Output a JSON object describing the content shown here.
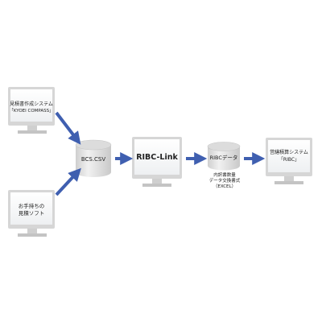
{
  "nodes": {
    "kyoei": {
      "line1": "見積書作成システム",
      "line2": "「KYOEI COMPASS」"
    },
    "own_soft": {
      "line1": "お手持ちの",
      "line2": "見積ソフト"
    },
    "bcs_csv": {
      "label": "BCS.CSV"
    },
    "ribc_link": {
      "label": "RIBC-Link"
    },
    "ribc_data": {
      "label": "RIBCデータ"
    },
    "ribc_data_caption": {
      "line1": "内訳書数量",
      "line2": "データ交換書式",
      "line3": "（EXCEL）"
    },
    "ribc_system": {
      "line1": "営繕積算システム",
      "line2": "「RIBC」"
    }
  },
  "colors": {
    "arrow": "#3f5fb0",
    "monitor_frame": "#d6d6d6",
    "monitor_stand": "#c8c8c8",
    "cylinder_top": "#d9d9d9",
    "cylinder_body": "#e8e8e8"
  }
}
